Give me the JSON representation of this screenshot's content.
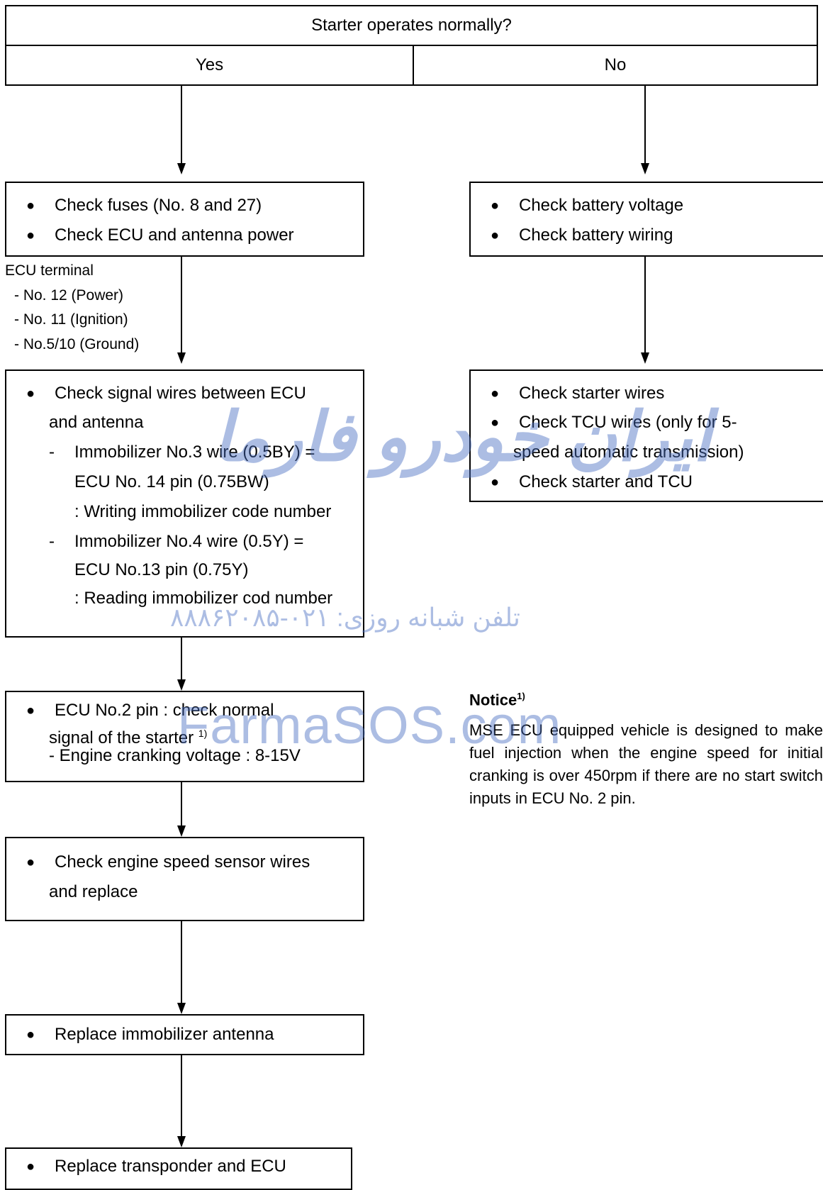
{
  "header": {
    "question": "Starter operates normally?",
    "yes_label": "Yes",
    "no_label": "No"
  },
  "yes_branch": {
    "box1": [
      "Check fuses (No. 8 and 27)",
      "Check ECU and antenna power"
    ],
    "ecu_terminal": {
      "title": "ECU terminal",
      "items": [
        "- No. 12 (Power)",
        "- No. 11 (Ignition)",
        "- No.5/10 (Ground)"
      ]
    },
    "box2": {
      "bullet_line1": "Check signal wires between ECU",
      "bullet_line2": "and antenna",
      "sub1_line1": "Immobilizer No.3 wire (0.5BY) =",
      "sub1_line2": "ECU No. 14 pin (0.75BW)",
      "sub1_line3": ": Writing immobilizer code number",
      "sub2_line1": "Immobilizer No.4 wire (0.5Y) =",
      "sub2_line2": "ECU No.13  pin (0.75Y)",
      "sub2_line3": ": Reading immobilizer cod number"
    },
    "box3": {
      "line1": "ECU No.2 pin : check normal",
      "line2": "signal of the starter",
      "line2_sup": "1)",
      "line3": "- Engine cranking voltage : 8-15V"
    },
    "box4": {
      "line1": "Check engine speed sensor wires",
      "line2": "and replace"
    },
    "box5": "Replace immobilizer antenna",
    "box6": "Replace transponder and ECU"
  },
  "no_branch": {
    "box1": [
      "Check battery voltage",
      "Check battery wiring"
    ],
    "box2": {
      "line1": "Check starter wires",
      "line2": "Check TCU wires (only for 5-",
      "line3": "speed automatic transmission)",
      "line4": "Check starter and TCU"
    }
  },
  "notice": {
    "title": "Notice",
    "title_sup": "1)",
    "text": "MSE ECU equipped vehicle is designed to make fuel injection when the engine speed for initial cranking is over 450rpm if there are no start switch inputs in ECU No. 2 pin."
  },
  "watermark": {
    "persian_logo": "ایران خودرو فارما",
    "phone": "تلفن شبانه روزی: ۰۲۱-۸۸۸۶۲۰۸۵",
    "brand": "FarmaSOS.com"
  }
}
